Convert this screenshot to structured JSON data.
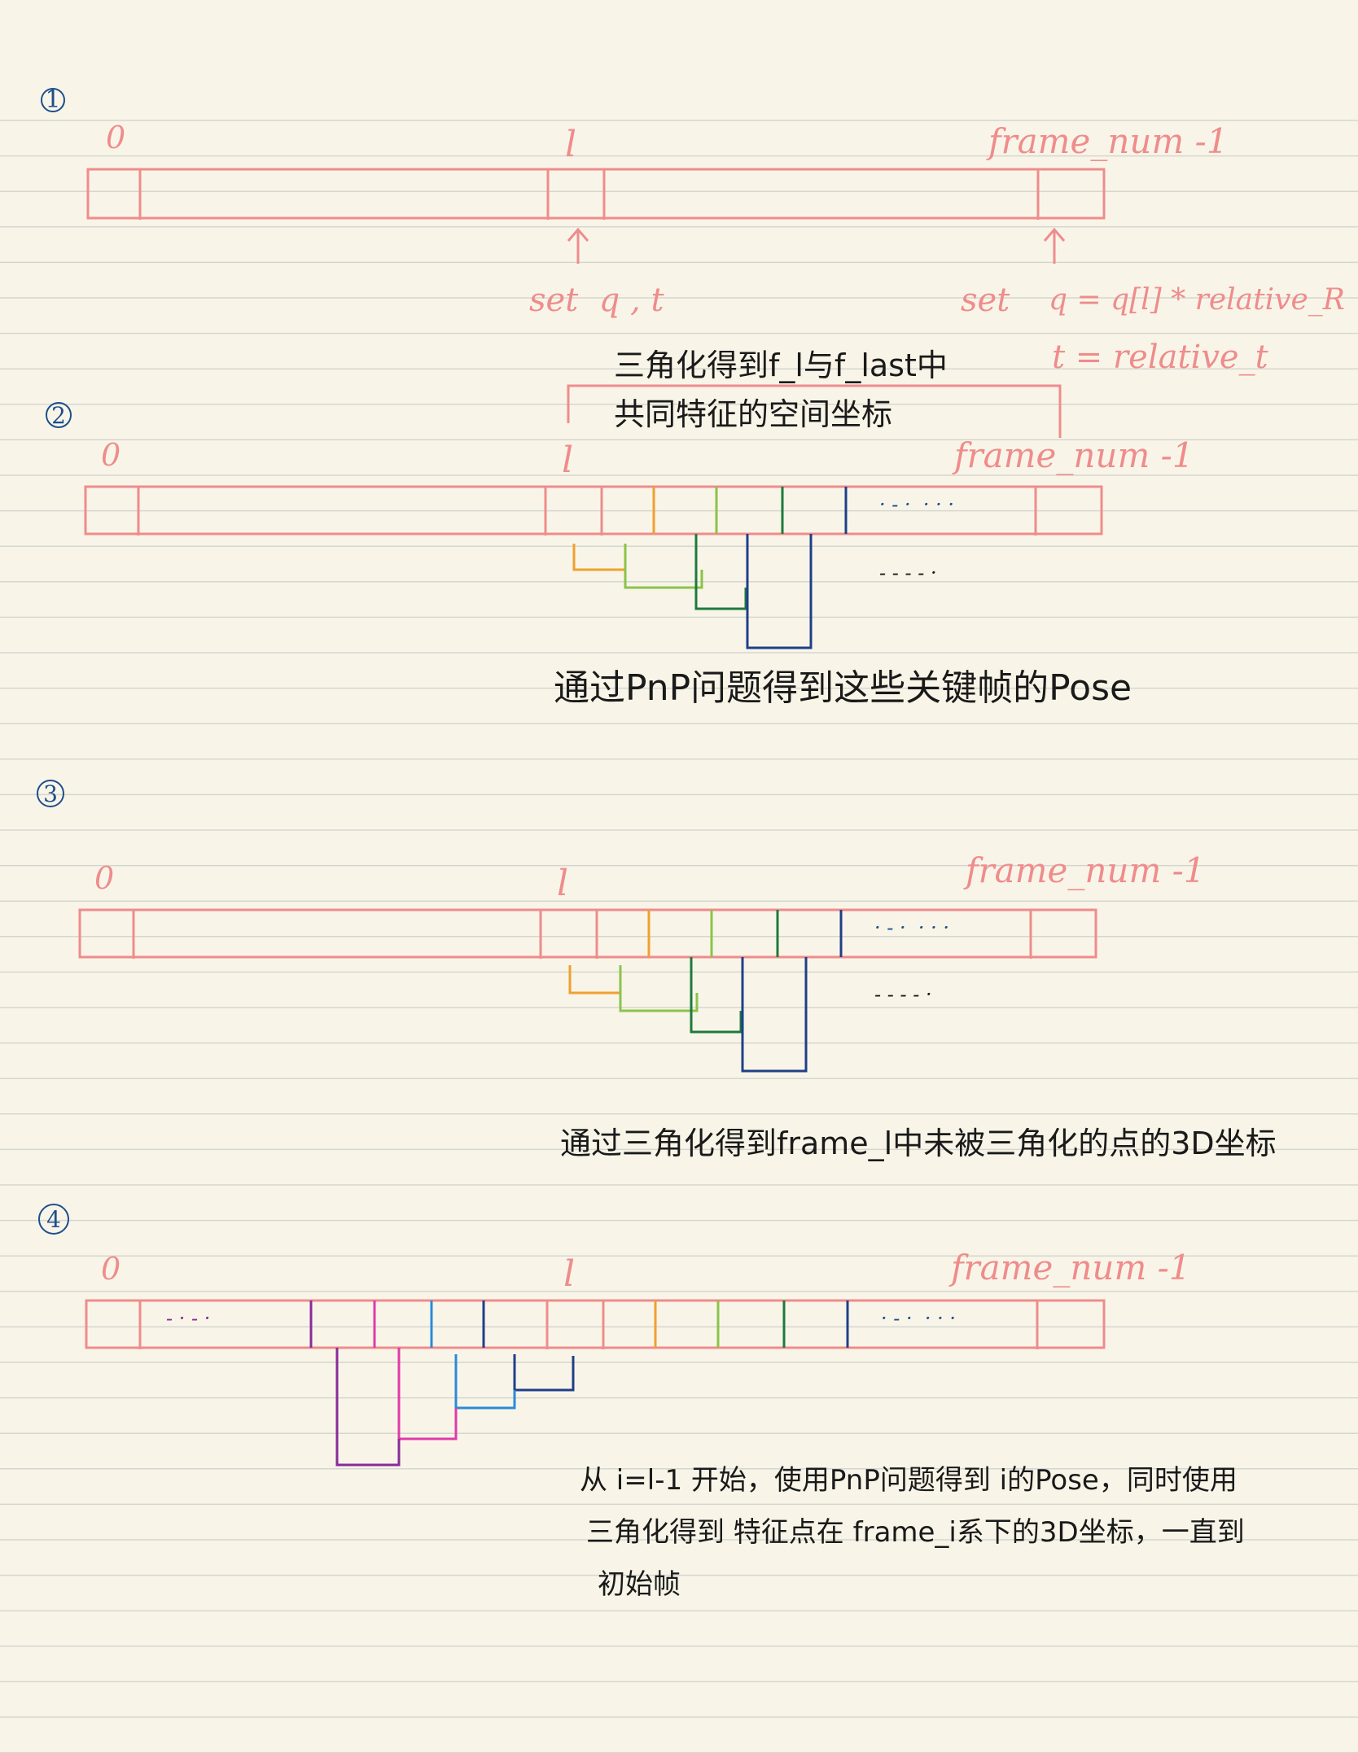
{
  "colors": {
    "paper": "#f8f5e8",
    "rule_line": "#d6d6d0",
    "pink": "#ef8c8c",
    "blue_ink": "#1d4f8c",
    "black_ink": "#1a1a1a",
    "orange": "#f0a030",
    "light_green": "#8bc34a",
    "dark_green": "#1e7a3c",
    "navy": "#1f3f8a",
    "purple": "#8a2a9a",
    "magenta": "#e03aa8",
    "sky_blue": "#2a8ad8"
  },
  "steps": [
    {
      "number": "1",
      "label_zero": "0",
      "label_l": "l",
      "label_end": "frame_num -1",
      "arrow_label_l": "set  q , t",
      "arrow_label_end_set": "set",
      "arrow_label_end_q": "q = q[l] * relative_R",
      "arrow_label_end_t": "t = relative_t",
      "note_line_1": "三角化得到f_l与f_last中",
      "note_line_2": "共同特征的空间坐标"
    },
    {
      "number": "2",
      "label_zero": "0",
      "label_l": "l",
      "label_end": "frame_num -1",
      "dots": "· - ·  · · ·",
      "dots_below": "- - - - ·",
      "caption": "通过PnP问题得到这些关键帧的Pose"
    },
    {
      "number": "3",
      "label_zero": "0",
      "label_l": "l",
      "label_end": "frame_num -1",
      "dots": "· - ·  · · ·",
      "dots_below": "- - - - ·",
      "caption": "通过三角化得到frame_l中未被三角化的点的3D坐标"
    },
    {
      "number": "4",
      "label_zero": "0",
      "label_l": "l",
      "label_end": "frame_num -1",
      "dots_left": "- · - ·",
      "dots": "· - ·  · · ·",
      "caption_line_1": "从 i=l-1 开始，使用PnP问题得到 i的Pose，同时使用",
      "caption_line_2": "三角化得到 特征点在 frame_i系下的3D坐标，一直到",
      "caption_line_3": "初始帧"
    }
  ]
}
